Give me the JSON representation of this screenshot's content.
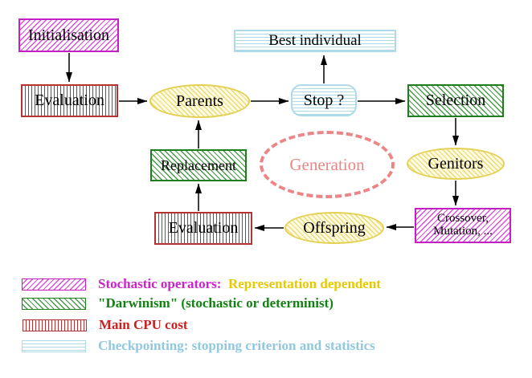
{
  "nodes": {
    "initialisation": "Initialisation",
    "evaluation_top": "Evaluation",
    "parents": "Parents",
    "best_individual": "Best individual",
    "stop": "Stop ?",
    "selection": "Selection",
    "replacement": "Replacement",
    "generation": "Generation",
    "genitors": "Genitors",
    "offspring": "Offspring",
    "evaluation_bottom": "Evaluation",
    "crossover_line1": "Crossover,",
    "crossover_line2": "Mutation, ..."
  },
  "legend": [
    {
      "swatch": "magenta-diagonal-hatch",
      "label": "Stochastic operators:",
      "label2": "Representation dependent"
    },
    {
      "swatch": "green-diagonal-hatch",
      "label": "\"Darwinism\" (stochastic or determinist)"
    },
    {
      "swatch": "red-vertical-stripes",
      "label": "Main CPU cost"
    },
    {
      "swatch": "cyan-horizontal-stripes",
      "label": "Checkpointing: stopping criterion and statistics"
    }
  ],
  "colors": {
    "magenta": "#cc22cc",
    "red": "#b43232",
    "green": "#1e7e1e",
    "cyan": "#aed9e9",
    "yellow_border": "#e4d054",
    "salmon": "#ec8585",
    "gold_text": "#e8c800",
    "arrow": "#000000"
  }
}
